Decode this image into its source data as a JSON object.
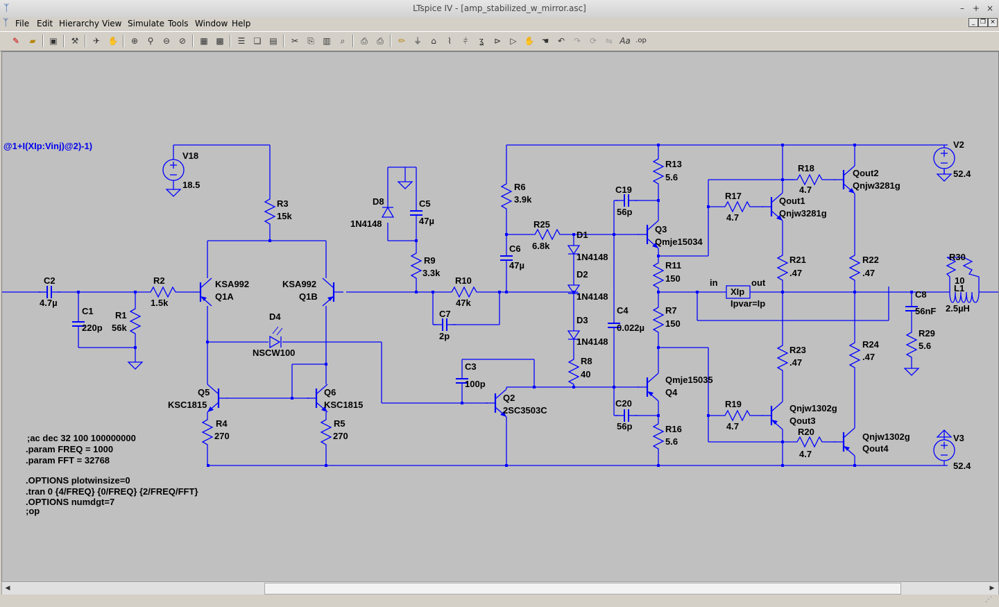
{
  "window": {
    "title": "LTspice IV - [amp_stabilized_w_mirror.asc]"
  },
  "menu": {
    "items": [
      "File",
      "Edit",
      "Hierarchy",
      "View",
      "Simulate",
      "Tools",
      "Window",
      "Help"
    ]
  },
  "schematic": {
    "expression": "@1+I(XIp:Vinj)@2)-1)",
    "components": [
      {
        "ref": "V18",
        "value": "18.5"
      },
      {
        "ref": "R3",
        "value": "15k"
      },
      {
        "ref": "C2",
        "value": "4.7µ"
      },
      {
        "ref": "C1",
        "value": "220p"
      },
      {
        "ref": "R1",
        "value": "56k"
      },
      {
        "ref": "R2",
        "value": "1.5k"
      },
      {
        "ref": "Q1A",
        "value": "KSA992"
      },
      {
        "ref": "Q1B",
        "value": "KSA992"
      },
      {
        "ref": "D4",
        "value": "NSCW100"
      },
      {
        "ref": "Q5",
        "value": "KSC1815"
      },
      {
        "ref": "Q6",
        "value": "KSC1815"
      },
      {
        "ref": "R4",
        "value": "270"
      },
      {
        "ref": "R5",
        "value": "270"
      },
      {
        "ref": "D8",
        "value": "1N4148"
      },
      {
        "ref": "C5",
        "value": "47µ"
      },
      {
        "ref": "R9",
        "value": "3.3k"
      },
      {
        "ref": "R10",
        "value": "47k"
      },
      {
        "ref": "C7",
        "value": "2p"
      },
      {
        "ref": "R6",
        "value": "3.9k"
      },
      {
        "ref": "C6",
        "value": "47µ"
      },
      {
        "ref": "R25",
        "value": "6.8k"
      },
      {
        "ref": "D1",
        "value": "1N4148"
      },
      {
        "ref": "D2",
        "value": "1N4148"
      },
      {
        "ref": "D3",
        "value": "1N4148"
      },
      {
        "ref": "R8",
        "value": "40"
      },
      {
        "ref": "C3",
        "value": "100p"
      },
      {
        "ref": "Q2",
        "value": "2SC3503C"
      },
      {
        "ref": "C19",
        "value": "56p"
      },
      {
        "ref": "C4",
        "value": "0.022µ"
      },
      {
        "ref": "C20",
        "value": "56p"
      },
      {
        "ref": "Q3",
        "value": "Qmje15034"
      },
      {
        "ref": "Q4",
        "value": "Qmje15035"
      },
      {
        "ref": "R13",
        "value": "5.6"
      },
      {
        "ref": "R11",
        "value": "150"
      },
      {
        "ref": "R7",
        "value": "150"
      },
      {
        "ref": "R16",
        "value": "5.6"
      },
      {
        "ref": "R17",
        "value": "4.7"
      },
      {
        "ref": "R18",
        "value": "4.7"
      },
      {
        "ref": "R19",
        "value": "4.7"
      },
      {
        "ref": "R20",
        "value": "4.7"
      },
      {
        "ref": "Qout1",
        "value": "Qnjw3281g"
      },
      {
        "ref": "Qout2",
        "value": "Qnjw3281g"
      },
      {
        "ref": "Qout3",
        "value": "Qnjw1302g"
      },
      {
        "ref": "Qout4",
        "value": "Qnjw1302g"
      },
      {
        "ref": "R21",
        "value": ".47"
      },
      {
        "ref": "R22",
        "value": ".47"
      },
      {
        "ref": "R23",
        "value": ".47"
      },
      {
        "ref": "R24",
        "value": ".47"
      },
      {
        "ref": "XIp",
        "value": "Ipvar=Ip"
      },
      {
        "ref": "C8",
        "value": "56nF"
      },
      {
        "ref": "R29",
        "value": "5.6"
      },
      {
        "ref": "R30",
        "value": "10"
      },
      {
        "ref": "L1",
        "value": "2.5µH"
      },
      {
        "ref": "V2",
        "value": "52.4"
      },
      {
        "ref": "V3",
        "value": "52.4"
      }
    ],
    "port_in": "in",
    "port_out": "out",
    "directives": [
      ";ac dec 32 100 100000000",
      ".param FREQ = 1000",
      ".param FFT = 32768",
      ".OPTIONS plotwinsize=0",
      ".tran 0 {4/FREQ} {0/FREQ} {2/FREQ/FFT}",
      ".OPTIONS numdgt=7",
      ";op"
    ]
  }
}
